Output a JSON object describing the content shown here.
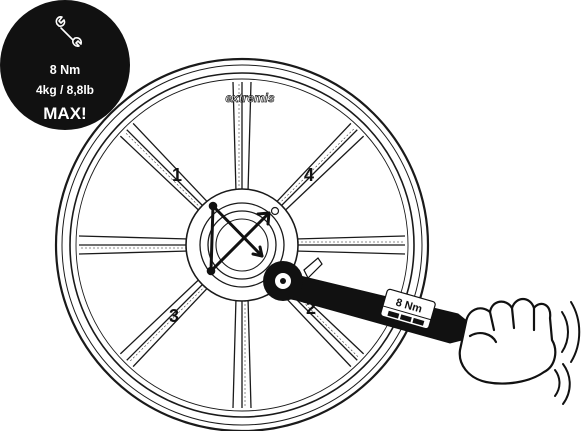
{
  "badge": {
    "torque": "8 Nm",
    "weight": "4kg / 8,8lb",
    "warning": "MAX!",
    "icon": "wrench-icon",
    "background": "#111111",
    "text_color": "#ffffff"
  },
  "wheel": {
    "brand": "extremis",
    "sector_labels": [
      "1",
      "4",
      "3",
      "2"
    ],
    "spoke_count": 8
  },
  "wrench": {
    "label": "8 Nm",
    "icon": "torque-wrench-icon"
  },
  "hand": {
    "icon": "hand-icon"
  },
  "colors": {
    "line": "#1a1a1a",
    "fill": "#ffffff",
    "dark": "#111111"
  }
}
